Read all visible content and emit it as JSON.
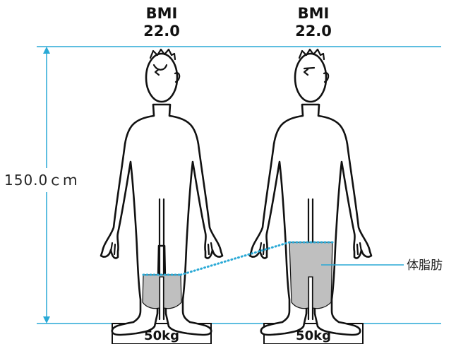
{
  "colors": {
    "measure_line": "#29a9d6",
    "fat": "#bfbfbf",
    "outline": "#111111"
  },
  "height_label": "150.0ｃｍ",
  "fat_label": "体脂肪",
  "figures": [
    {
      "bmi_title": "BMI",
      "bmi_value": "22.0",
      "weight": "50kg",
      "expression": "smile",
      "fat_level": "low"
    },
    {
      "bmi_title": "BMI",
      "bmi_value": "22.0",
      "weight": "50kg",
      "expression": "neutral",
      "fat_level": "high"
    }
  ]
}
